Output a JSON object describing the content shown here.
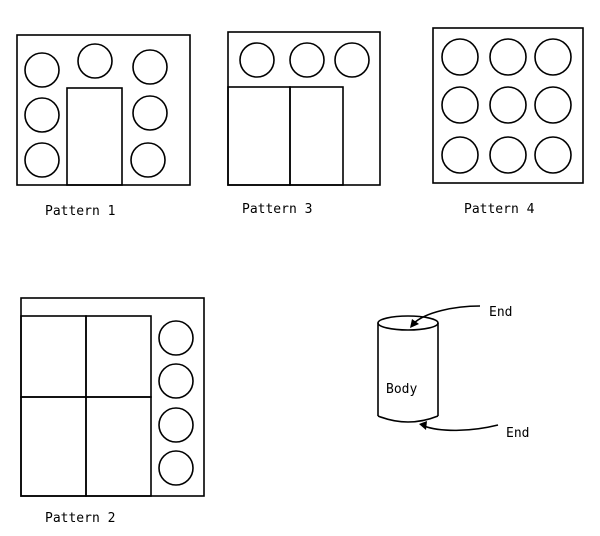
{
  "labels": {
    "pattern1": "Pattern 1",
    "pattern3": "Pattern 3",
    "pattern4": "Pattern 4",
    "pattern2": "Pattern 2",
    "body": "Body",
    "end_top": "End",
    "end_bottom": "End"
  },
  "colors": {
    "stroke": "#000000",
    "background": "#ffffff"
  }
}
